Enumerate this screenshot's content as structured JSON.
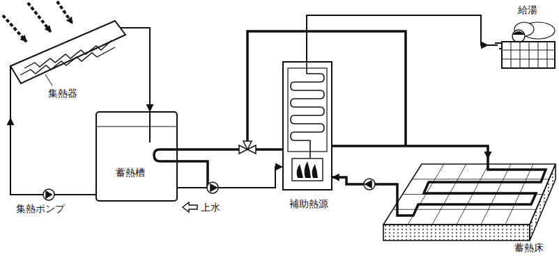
{
  "diagram": {
    "nodes": [
      {
        "text": [
          "集熱器"
        ]
      },
      {
        "text": [
          "蓄熱槽"
        ]
      },
      {
        "text": [
          "補助熱源"
        ]
      },
      {
        "text": [
          "給湯"
        ]
      },
      {
        "text": [
          "蓄熱床"
        ]
      }
    ],
    "edges": [
      {
        "from": 0,
        "to": 1,
        "arrow": "to"
      },
      {
        "from": 1,
        "to": 0,
        "arrow": "to"
      },
      {
        "from": 1,
        "to": 2,
        "arrow": "to"
      },
      {
        "from": 2,
        "to": 3,
        "arrow": "to"
      },
      {
        "from": 2,
        "to": 4,
        "arrow": "to"
      },
      {
        "from": 4,
        "to": 2,
        "arrow": "to"
      }
    ],
    "labels": [
      "集熱ポンプ",
      "上水"
    ]
  }
}
